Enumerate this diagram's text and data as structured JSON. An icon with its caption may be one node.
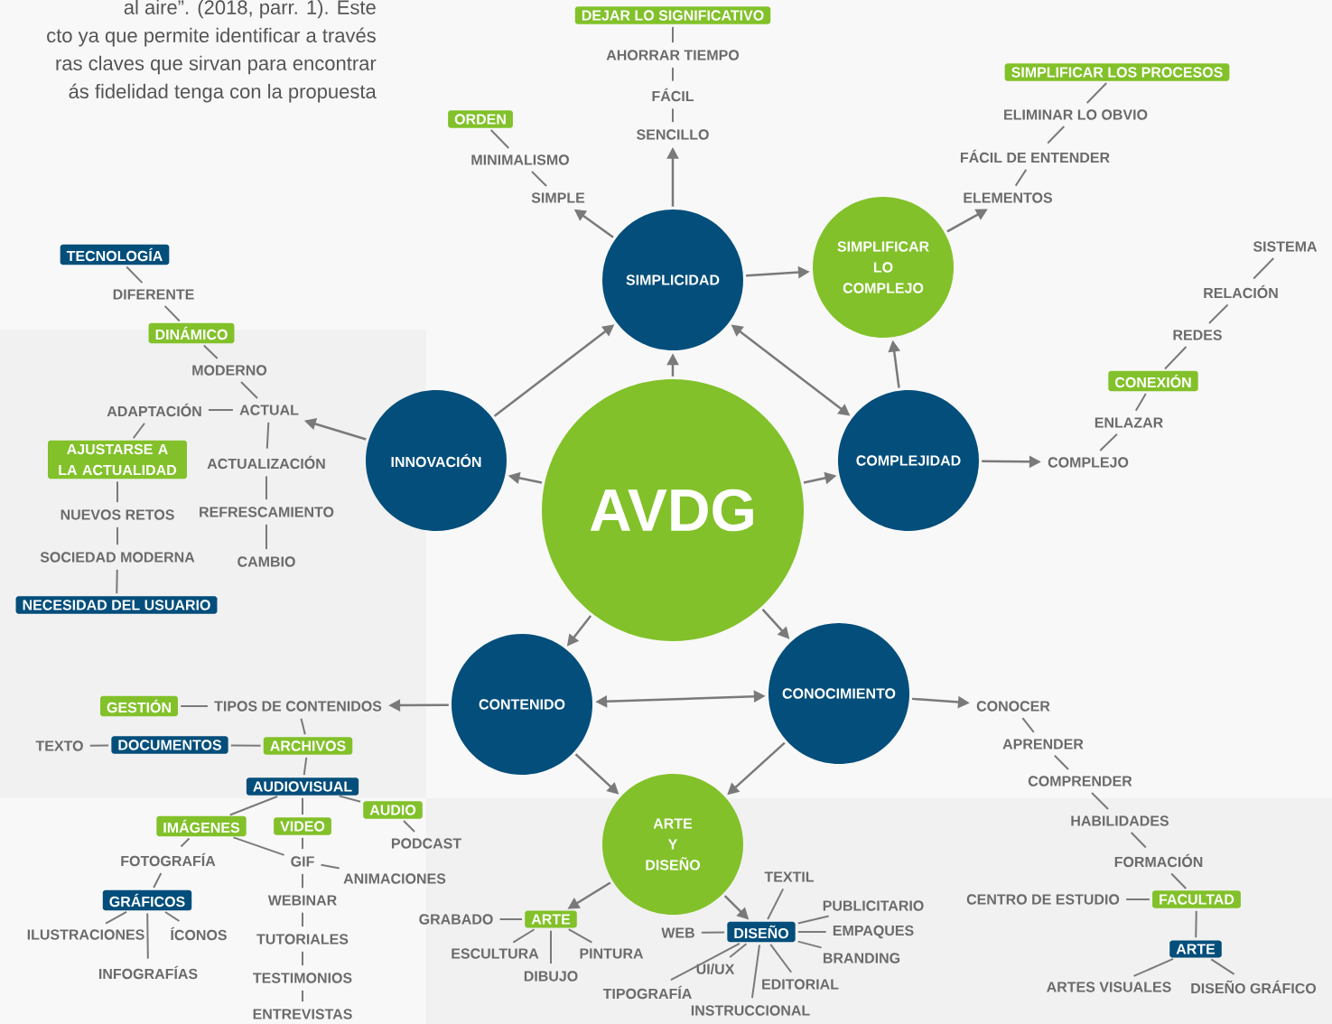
{
  "diagram": {
    "nodes": [
      {
        "text": [
          "AVDG"
        ]
      },
      {
        "text": [
          "SIMPLICIDAD"
        ]
      },
      {
        "text": [
          "SIMPLIFICAR LO COMPLEJO"
        ]
      },
      {
        "text": [
          "INNOVACIÓN"
        ]
      },
      {
        "text": [
          "COMPLEJIDAD"
        ]
      },
      {
        "text": [
          "CONTENIDO"
        ]
      },
      {
        "text": [
          "CONOCIMIENTO"
        ]
      },
      {
        "text": [
          "ARTE Y DISEÑO"
        ]
      },
      {
        "text": [
          "SENCILLO"
        ]
      },
      {
        "text": [
          "FÁCIL"
        ]
      },
      {
        "text": [
          "AHORRAR TIEMPO"
        ]
      },
      {
        "text": [
          "DEJAR LO SIGNIFICATIVO"
        ]
      },
      {
        "text": [
          "SIMPLE"
        ]
      },
      {
        "text": [
          "MINIMALISMO"
        ]
      },
      {
        "text": [
          "ORDEN"
        ]
      },
      {
        "text": [
          "ELEMENTOS"
        ]
      },
      {
        "text": [
          "FÁCIL DE ENTENDER"
        ]
      },
      {
        "text": [
          "ELIMINAR LO OBVIO"
        ]
      },
      {
        "text": [
          "SIMPLIFICAR LOS PROCESOS"
        ]
      },
      {
        "text": [
          "COMPLEJO"
        ]
      },
      {
        "text": [
          "ENLAZAR"
        ]
      },
      {
        "text": [
          "CONEXIÓN"
        ]
      },
      {
        "text": [
          "REDES"
        ]
      },
      {
        "text": [
          "RELACIÓN"
        ]
      },
      {
        "text": [
          "SISTEMA"
        ]
      },
      {
        "text": [
          "ACTUAL"
        ]
      },
      {
        "text": [
          "MODERNO"
        ]
      },
      {
        "text": [
          "DINÁMICO"
        ]
      },
      {
        "text": [
          "DIFERENTE"
        ]
      },
      {
        "text": [
          "TECNOLOGÍA"
        ]
      },
      {
        "text": [
          "ADAPTACIÓN"
        ]
      },
      {
        "text": [
          "AJUSTARSE A LA ACTUALIDAD"
        ]
      },
      {
        "text": [
          "NUEVOS RETOS"
        ]
      },
      {
        "text": [
          "SOCIEDAD MODERNA"
        ]
      },
      {
        "text": [
          "NECESIDAD DEL USUARIO"
        ]
      },
      {
        "text": [
          "ACTUALIZACIÓN"
        ]
      },
      {
        "text": [
          "REFRESCAMIENTO"
        ]
      },
      {
        "text": [
          "CAMBIO"
        ]
      },
      {
        "text": [
          "TIPOS DE CONTENIDOS"
        ]
      },
      {
        "text": [
          "GESTIÓN"
        ]
      },
      {
        "text": [
          "ARCHIVOS"
        ]
      },
      {
        "text": [
          "DOCUMENTOS"
        ]
      },
      {
        "text": [
          "TEXTO"
        ]
      },
      {
        "text": [
          "AUDIOVISUAL"
        ]
      },
      {
        "text": [
          "AUDIO"
        ]
      },
      {
        "text": [
          "PODCAST"
        ]
      },
      {
        "text": [
          "IMÁGENES"
        ]
      },
      {
        "text": [
          "VIDEO"
        ]
      },
      {
        "text": [
          "FOTOGRAFÍA"
        ]
      },
      {
        "text": [
          "GRÁFICOS"
        ]
      },
      {
        "text": [
          "ILUSTRACIONES"
        ]
      },
      {
        "text": [
          "ÍCONOS"
        ]
      },
      {
        "text": [
          "INFOGRAFÍAS"
        ]
      },
      {
        "text": [
          "GIF"
        ]
      },
      {
        "text": [
          "ANIMACIONES"
        ]
      },
      {
        "text": [
          "WEBINAR"
        ]
      },
      {
        "text": [
          "TUTORIALES"
        ]
      },
      {
        "text": [
          "TESTIMONIOS"
        ]
      },
      {
        "text": [
          "ENTREVISTAS"
        ]
      },
      {
        "text": [
          "CONOCER"
        ]
      },
      {
        "text": [
          "APRENDER"
        ]
      },
      {
        "text": [
          "COMPRENDER"
        ]
      },
      {
        "text": [
          "HABILIDADES"
        ]
      },
      {
        "text": [
          "FORMACIÓN"
        ]
      },
      {
        "text": [
          "FACULTAD"
        ]
      },
      {
        "text": [
          "CENTRO DE ESTUDIO"
        ]
      },
      {
        "text": [
          "ARTE"
        ]
      },
      {
        "text": [
          "ARTES VISUALES"
        ]
      },
      {
        "text": [
          "DISEÑO GRÁFICO"
        ]
      },
      {
        "text": [
          "ARTE"
        ]
      },
      {
        "text": [
          "GRABADO"
        ]
      },
      {
        "text": [
          "ESCULTURA"
        ]
      },
      {
        "text": [
          "DIBUJO"
        ]
      },
      {
        "text": [
          "PINTURA"
        ]
      },
      {
        "text": [
          "DISEÑO"
        ]
      },
      {
        "text": [
          "WEB"
        ]
      },
      {
        "text": [
          "TEXTIL"
        ]
      },
      {
        "text": [
          "PUBLICITARIO"
        ]
      },
      {
        "text": [
          "EMPAQUES"
        ]
      },
      {
        "text": [
          "BRANDING"
        ]
      },
      {
        "text": [
          "EDITORIAL"
        ]
      },
      {
        "text": [
          "INSTRUCCIONAL"
        ]
      },
      {
        "text": [
          "UI/UX"
        ]
      },
      {
        "text": [
          "TIPOGRAFÍA"
        ]
      }
    ],
    "edges": [
      {
        "from": 0,
        "to": 1,
        "arrow": "to"
      },
      {
        "from": 0,
        "to": 3,
        "arrow": "to"
      },
      {
        "from": 0,
        "to": 4,
        "arrow": "to"
      },
      {
        "from": 0,
        "to": 5,
        "arrow": "to"
      },
      {
        "from": 0,
        "to": 6,
        "arrow": "to"
      },
      {
        "from": 1,
        "to": 8,
        "arrow": "to"
      },
      {
        "from": 1,
        "to": 12,
        "arrow": "to"
      },
      {
        "from": 1,
        "to": 2,
        "arrow": "to"
      },
      {
        "from": 1,
        "to": 4,
        "arrow": "both"
      },
      {
        "from": 3,
        "to": 1,
        "arrow": "to"
      },
      {
        "from": 4,
        "to": 2,
        "arrow": "to"
      },
      {
        "from": 2,
        "to": 15,
        "arrow": "to"
      },
      {
        "from": 4,
        "to": 19,
        "arrow": "to"
      },
      {
        "from": 3,
        "to": 25,
        "arrow": "to"
      },
      {
        "from": 5,
        "to": 6,
        "arrow": "both"
      },
      {
        "from": 5,
        "to": 38,
        "arrow": "to"
      },
      {
        "from": 6,
        "to": 59,
        "arrow": "to"
      },
      {
        "from": 5,
        "to": 7,
        "arrow": "to"
      },
      {
        "from": 6,
        "to": 7,
        "arrow": "to"
      },
      {
        "from": 7,
        "to": 69,
        "arrow": "to"
      },
      {
        "from": 7,
        "to": 74,
        "arrow": "to"
      },
      {
        "from": 8,
        "to": 9,
        "arrow": "none"
      },
      {
        "from": 9,
        "to": 10,
        "arrow": "none"
      },
      {
        "from": 10,
        "to": 11,
        "arrow": "none"
      },
      {
        "from": 12,
        "to": 13,
        "arrow": "none"
      },
      {
        "from": 13,
        "to": 14,
        "arrow": "none"
      },
      {
        "from": 15,
        "to": 16,
        "arrow": "none"
      },
      {
        "from": 16,
        "to": 17,
        "arrow": "none"
      },
      {
        "from": 17,
        "to": 18,
        "arrow": "none"
      },
      {
        "from": 19,
        "to": 20,
        "arrow": "none"
      },
      {
        "from": 20,
        "to": 21,
        "arrow": "none"
      },
      {
        "from": 21,
        "to": 22,
        "arrow": "none"
      },
      {
        "from": 22,
        "to": 23,
        "arrow": "none"
      },
      {
        "from": 23,
        "to": 24,
        "arrow": "none"
      },
      {
        "from": 25,
        "to": 26,
        "arrow": "none"
      },
      {
        "from": 26,
        "to": 27,
        "arrow": "none"
      },
      {
        "from": 27,
        "to": 28,
        "arrow": "none"
      },
      {
        "from": 28,
        "to": 29,
        "arrow": "none"
      },
      {
        "from": 30,
        "to": 25,
        "arrow": "none"
      },
      {
        "from": 30,
        "to": 31,
        "arrow": "none"
      },
      {
        "from": 31,
        "to": 32,
        "arrow": "none"
      },
      {
        "from": 32,
        "to": 33,
        "arrow": "none"
      },
      {
        "from": 33,
        "to": 34,
        "arrow": "none"
      },
      {
        "from": 25,
        "to": 35,
        "arrow": "none"
      },
      {
        "from": 35,
        "to": 36,
        "arrow": "none"
      },
      {
        "from": 36,
        "to": 37,
        "arrow": "none"
      },
      {
        "from": 39,
        "to": 38,
        "arrow": "none"
      },
      {
        "from": 38,
        "to": 40,
        "arrow": "none"
      },
      {
        "from": 41,
        "to": 40,
        "arrow": "none"
      },
      {
        "from": 42,
        "to": 41,
        "arrow": "none"
      },
      {
        "from": 40,
        "to": 43,
        "arrow": "none"
      },
      {
        "from": 43,
        "to": 44,
        "arrow": "none"
      },
      {
        "from": 44,
        "to": 45,
        "arrow": "none"
      },
      {
        "from": 43,
        "to": 46,
        "arrow": "none"
      },
      {
        "from": 43,
        "to": 47,
        "arrow": "none"
      },
      {
        "from": 46,
        "to": 48,
        "arrow": "none"
      },
      {
        "from": 46,
        "to": 53,
        "arrow": "none"
      },
      {
        "from": 48,
        "to": 49,
        "arrow": "none"
      },
      {
        "from": 49,
        "to": 50,
        "arrow": "none"
      },
      {
        "from": 49,
        "to": 51,
        "arrow": "none"
      },
      {
        "from": 49,
        "to": 52,
        "arrow": "none"
      },
      {
        "from": 47,
        "to": 53,
        "arrow": "none"
      },
      {
        "from": 53,
        "to": 54,
        "arrow": "none"
      },
      {
        "from": 53,
        "to": 55,
        "arrow": "none"
      },
      {
        "from": 55,
        "to": 56,
        "arrow": "none"
      },
      {
        "from": 56,
        "to": 57,
        "arrow": "none"
      },
      {
        "from": 57,
        "to": 58,
        "arrow": "none"
      },
      {
        "from": 59,
        "to": 60,
        "arrow": "none"
      },
      {
        "from": 60,
        "to": 61,
        "arrow": "none"
      },
      {
        "from": 61,
        "to": 62,
        "arrow": "none"
      },
      {
        "from": 62,
        "to": 63,
        "arrow": "none"
      },
      {
        "from": 63,
        "to": 64,
        "arrow": "none"
      },
      {
        "from": 65,
        "to": 64,
        "arrow": "none"
      },
      {
        "from": 64,
        "to": 66,
        "arrow": "none"
      },
      {
        "from": 66,
        "to": 67,
        "arrow": "none"
      },
      {
        "from": 66,
        "to": 68,
        "arrow": "none"
      },
      {
        "from": 70,
        "to": 69,
        "arrow": "none"
      },
      {
        "from": 69,
        "to": 71,
        "arrow": "none"
      },
      {
        "from": 69,
        "to": 72,
        "arrow": "none"
      },
      {
        "from": 69,
        "to": 73,
        "arrow": "none"
      },
      {
        "from": 75,
        "to": 74,
        "arrow": "none"
      },
      {
        "from": 74,
        "to": 76,
        "arrow": "none"
      },
      {
        "from": 74,
        "to": 77,
        "arrow": "none"
      },
      {
        "from": 74,
        "to": 78,
        "arrow": "none"
      },
      {
        "from": 74,
        "to": 79,
        "arrow": "none"
      },
      {
        "from": 74,
        "to": 80,
        "arrow": "none"
      },
      {
        "from": 74,
        "to": 81,
        "arrow": "none"
      },
      {
        "from": 74,
        "to": 82,
        "arrow": "none"
      },
      {
        "from": 74,
        "to": 83,
        "arrow": "none"
      }
    ],
    "labels": [
      "al aire”. (2018, parr. 1). Este",
      "cto ya que permite identificar a través",
      "ras claves que sirvan para encontrar",
      "ás fidelidad tenga con la propuesta"
    ]
  }
}
